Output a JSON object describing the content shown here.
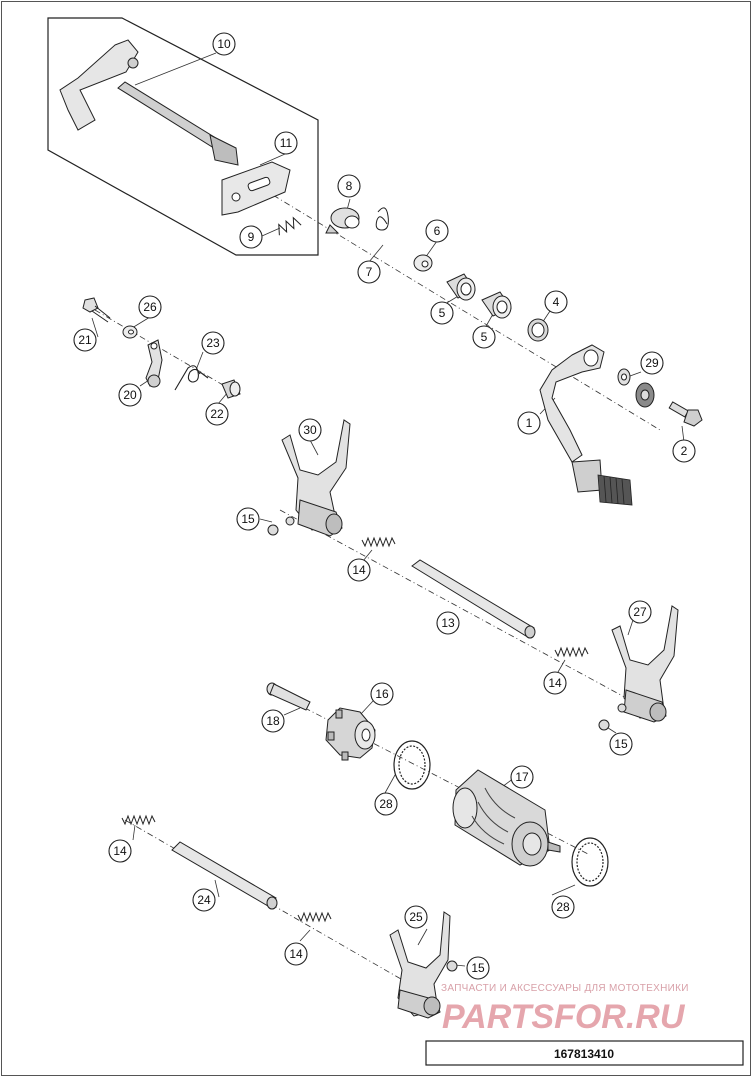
{
  "diagram": {
    "callouts": [
      {
        "label": "10"
      },
      {
        "label": "11"
      },
      {
        "label": "9"
      },
      {
        "label": "8"
      },
      {
        "label": "7"
      },
      {
        "label": "6"
      },
      {
        "label": "5"
      },
      {
        "label": "5"
      },
      {
        "label": "4"
      },
      {
        "label": "29"
      },
      {
        "label": "1"
      },
      {
        "label": "2"
      },
      {
        "label": "26"
      },
      {
        "label": "21"
      },
      {
        "label": "23"
      },
      {
        "label": "20"
      },
      {
        "label": "22"
      },
      {
        "label": "30"
      },
      {
        "label": "15"
      },
      {
        "label": "14"
      },
      {
        "label": "13"
      },
      {
        "label": "27"
      },
      {
        "label": "14"
      },
      {
        "label": "15"
      },
      {
        "label": "16"
      },
      {
        "label": "18"
      },
      {
        "label": "17"
      },
      {
        "label": "28"
      },
      {
        "label": "28"
      },
      {
        "label": "14"
      },
      {
        "label": "24"
      },
      {
        "label": "14"
      },
      {
        "label": "25"
      },
      {
        "label": "15"
      }
    ]
  },
  "watermark": {
    "tagline": "ЗАПЧАСТИ И АКСЕССУАРЫ ДЛЯ МОТОТЕХНИКИ",
    "logo": "PARTSFOR.RU"
  },
  "footer": {
    "drawing_number": "167813410"
  }
}
